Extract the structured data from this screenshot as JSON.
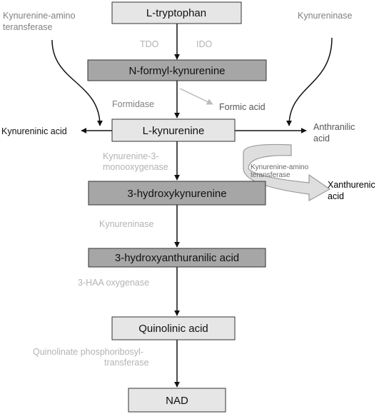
{
  "nodes": {
    "tryptophan": "L-tryptophan",
    "formyl": "N-formyl-kynurenine",
    "kynurenine": "L-kynurenine",
    "hydroxykyn": "3-hydroxykynurenine",
    "haa": "3-hydroxyanthuranilic acid",
    "quinolinic": "Quinolinic acid",
    "nad": "NAD"
  },
  "enzymes": {
    "tdo": "TDO",
    "ido": "IDO",
    "formidase": "Formidase",
    "kmo_line1": "Kynurenine-3-",
    "kmo_line2": "monooxygenase",
    "kynureninase": "Kynureninase",
    "haa_oxygenase": "3-HAA oxygenase",
    "qprt_line1": "Quinolinate phosphoribosyl-",
    "qprt_line2": "transferase",
    "kat_left_line1": "Kynurenine-amino",
    "kat_left_line2": "teransferase",
    "kynureninase_right": "Kynureninase",
    "kat_curve_line1": "Kynurenine-amino",
    "kat_curve_line2": "teransferase"
  },
  "products": {
    "formic_acid": "Formic acid",
    "kynurenic_acid": "Kynureninic acid",
    "anthranilic_line1": "Anthranilic",
    "anthranilic_line2": "acid",
    "xanthurenic_line1": "Xanthurenic",
    "xanthurenic_line2": "acid"
  },
  "colors": {
    "light_box": "#e6e6e6",
    "dark_box": "#a6a6a6",
    "border": "#333333",
    "enzyme_text": "#b3b3b3",
    "dark_enzyme_text": "#808080",
    "product_text": "#555555",
    "curve_fill": "#dedede",
    "curve_stroke": "#9a9a9a"
  }
}
